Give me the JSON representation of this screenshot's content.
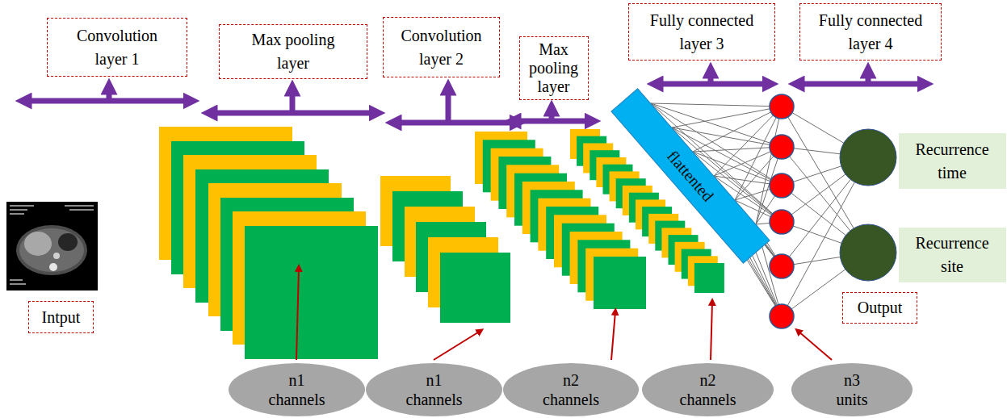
{
  "diagram": {
    "nodes": [
      {
        "text": [
          "Convolution layer 1"
        ]
      },
      {
        "text": [
          "Max pooling layer"
        ]
      },
      {
        "text": [
          "Convolution layer 2"
        ]
      },
      {
        "text": [
          "Max pooling layer"
        ]
      },
      {
        "text": [
          "Fully connected layer 3"
        ]
      },
      {
        "text": [
          "Fully connected layer 4"
        ]
      },
      {
        "text": [
          "Intput"
        ]
      },
      {
        "text": [
          "flattented"
        ]
      },
      {
        "text": [
          "Recurrence time"
        ]
      },
      {
        "text": [
          "Recurrence site"
        ]
      },
      {
        "text": [
          "Output"
        ]
      },
      {
        "text": [
          "n1 channels"
        ]
      },
      {
        "text": [
          "n1 channels"
        ]
      },
      {
        "text": [
          "n2 channels"
        ]
      },
      {
        "text": [
          "n2 channels"
        ]
      },
      {
        "text": [
          "n3 units"
        ]
      }
    ]
  }
}
